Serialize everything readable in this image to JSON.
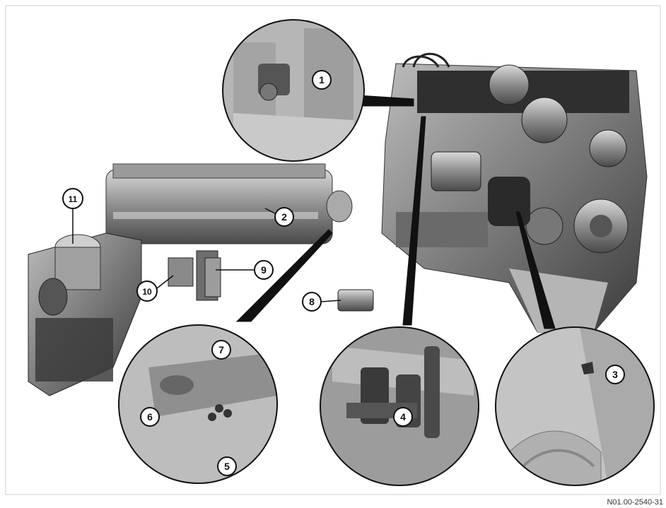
{
  "diagram": {
    "callouts": [
      "1",
      "2",
      "3",
      "4",
      "5",
      "6",
      "7",
      "8",
      "9",
      "10",
      "11"
    ],
    "reference_code": "N01.00-2540-31"
  }
}
